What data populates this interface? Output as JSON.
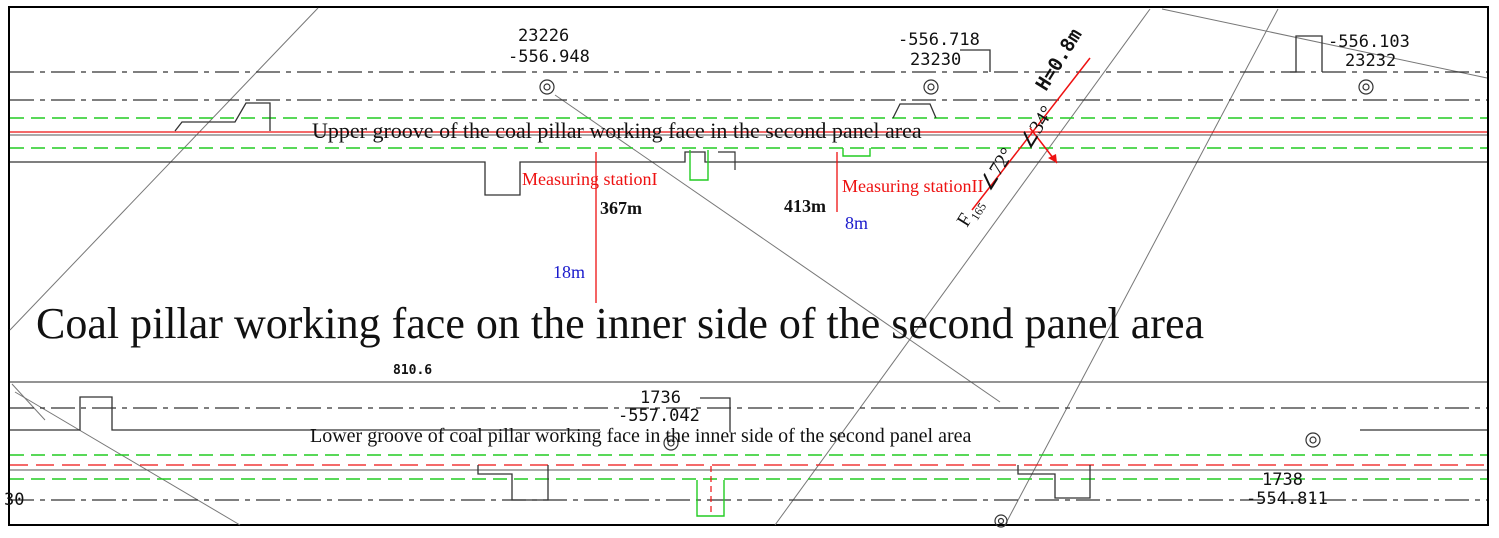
{
  "colors": {
    "line_black": "#1a1a1a",
    "line_gray": "#555555",
    "dash_green": "#22cc22",
    "red": "#ee1111",
    "blue": "#1a1acc"
  },
  "titles": {
    "upper_groove": "Upper groove of the coal pillar working face in the second panel area",
    "main": "Coal pillar working face on the inner side of the second panel area",
    "lower_groove": "Lower groove of coal pillar working face in the inner side of the second panel area"
  },
  "stations": {
    "station1_label": "Measuring stationI",
    "station1_distance": "367m",
    "station1_offset": "18m",
    "station2_label": "Measuring stationII",
    "station2_distance": "413m",
    "station2_offset": "8m"
  },
  "fault": {
    "name": "F",
    "subscript": "165",
    "dip": "∠72°",
    "strike": "∠34°",
    "height": "H=0.8m"
  },
  "survey_points": {
    "p23226_id": "23226",
    "p23226_elev": "-556.948",
    "p23230_id": "23230",
    "p23230_elev": "-556.718",
    "p23232_id": "23232",
    "p23232_elev": "-556.103",
    "p1736_id": "1736",
    "p1736_elev": "-557.042",
    "p1738_id": "1738",
    "p1738_elev": "-554.811",
    "misc_label": "810.6",
    "edge_label": "30"
  }
}
